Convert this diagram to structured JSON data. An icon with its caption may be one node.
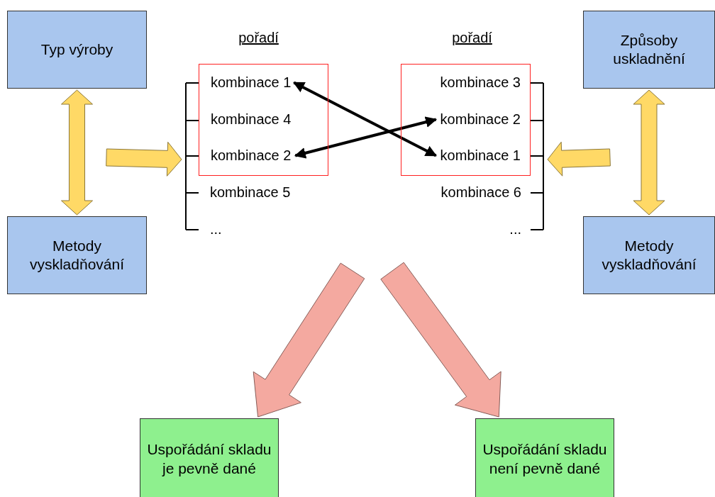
{
  "diagram": {
    "nodes": [
      {
        "text": [
          "Typ výroby"
        ]
      },
      {
        "text": [
          "Metody vyskladňování"
        ]
      },
      {
        "text": [
          "pořadí"
        ]
      },
      {
        "text": [],
        "shape": "box",
        "in": 2
      },
      {
        "text": [
          "kombinace 1"
        ],
        "in": 3
      },
      {
        "text": [
          "kombinace 4"
        ],
        "in": 3
      },
      {
        "text": [
          "kombinace 2"
        ],
        "in": 3
      },
      {
        "text": [
          "kombinace 5"
        ],
        "in": 2
      },
      {
        "text": [
          "..."
        ],
        "in": 2
      },
      {
        "text": [
          "pořadí"
        ]
      },
      {
        "text": [],
        "shape": "box",
        "in": 9
      },
      {
        "text": [
          "kombinace 3"
        ],
        "in": 10
      },
      {
        "text": [
          "kombinace 2"
        ],
        "in": 10
      },
      {
        "text": [
          "kombinace 1"
        ],
        "in": 10
      },
      {
        "text": [
          "kombinace 6"
        ],
        "in": 9
      },
      {
        "text": [
          "..."
        ],
        "in": 9
      },
      {
        "text": [
          "Způsoby uskladnění"
        ]
      },
      {
        "text": [
          "Metody vyskladňování"
        ]
      },
      {
        "text": [
          "Uspořádání skladu je pevně dané"
        ]
      },
      {
        "text": [
          "Uspořádání skladu není pevně dané"
        ]
      }
    ],
    "edges": [
      {
        "from": 0,
        "to": 1,
        "arrow": "both",
        "style": "thick",
        "color": "#ffd966"
      },
      {
        "from": null,
        "to": 2,
        "arrow": "to",
        "style": "thick",
        "color": "#ffd966"
      },
      {
        "from": 4,
        "to": 13,
        "arrow": "both",
        "color": "#000000"
      },
      {
        "from": 6,
        "to": 12,
        "arrow": "both",
        "color": "#000000"
      },
      {
        "from": 16,
        "to": 17,
        "arrow": "both",
        "style": "thick",
        "color": "#ffd966"
      },
      {
        "from": null,
        "to": 9,
        "arrow": "to",
        "style": "thick",
        "color": "#ffd966"
      },
      {
        "from": null,
        "to": 18,
        "arrow": "to",
        "style": "thick",
        "color": "#f4a9a0"
      },
      {
        "from": null,
        "to": 19,
        "arrow": "to",
        "style": "thick",
        "color": "#f4a9a0"
      }
    ]
  }
}
